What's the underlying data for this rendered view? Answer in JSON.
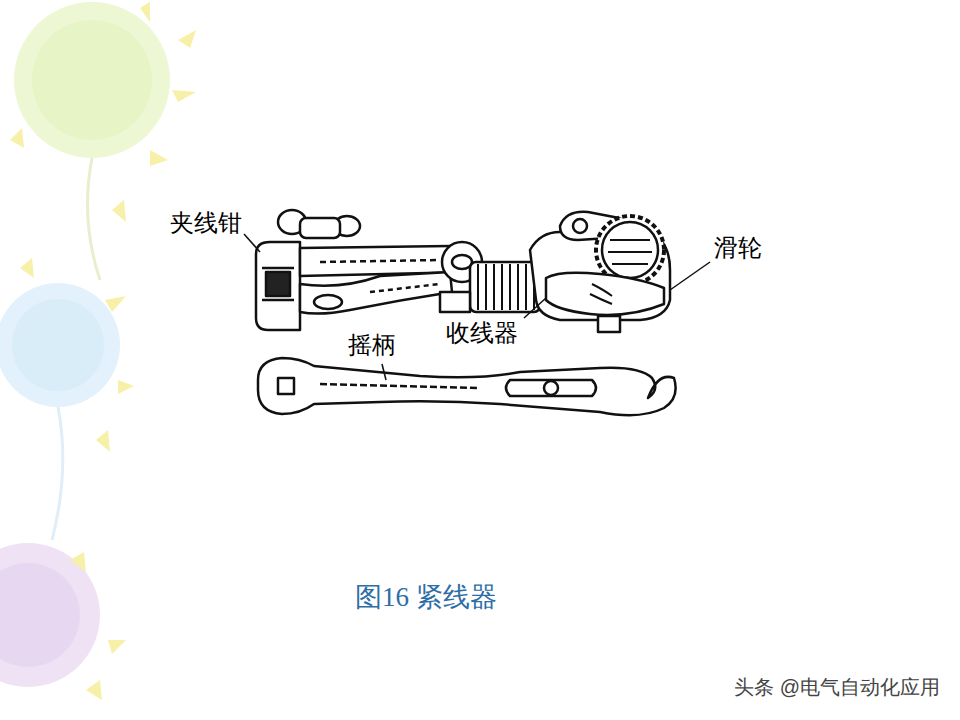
{
  "diagram": {
    "caption": "图16 紧线器",
    "labels": [
      "夹线钳",
      "滑轮",
      "收线器",
      "摇柄",
      "头条 @电气自动化应用"
    ]
  }
}
